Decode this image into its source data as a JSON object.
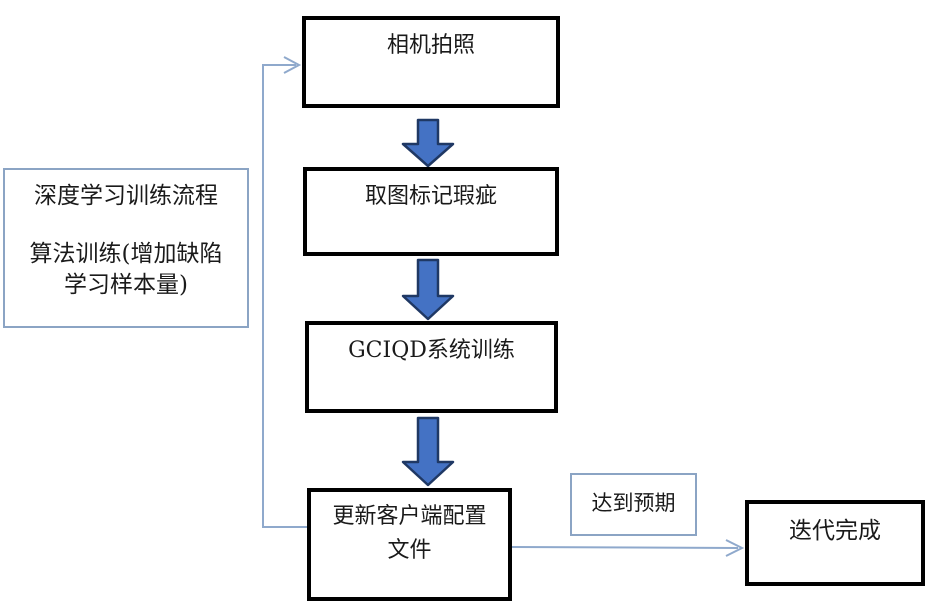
{
  "diagram": {
    "left_info_box": {
      "line1": "深度学习训练流程",
      "line2": "算法训练(增加缺陷",
      "line3": "学习样本量)"
    },
    "nodes": {
      "camera": "相机拍照",
      "mark_defects": "取图标记瑕疵",
      "gciqd_training": "GCIQD系统训练",
      "update_config_line1": "更新客户端配置",
      "update_config_line2": "文件",
      "iteration_done": "迭代完成"
    },
    "edge_label": "达到预期",
    "colors": {
      "process_box_border": "#000000",
      "thin_box_border": "#8ba4c4",
      "connector_line": "#8fa9cc",
      "block_arrow_fill": "#4472c4",
      "block_arrow_stroke": "#1f3864",
      "background": "#ffffff"
    }
  }
}
